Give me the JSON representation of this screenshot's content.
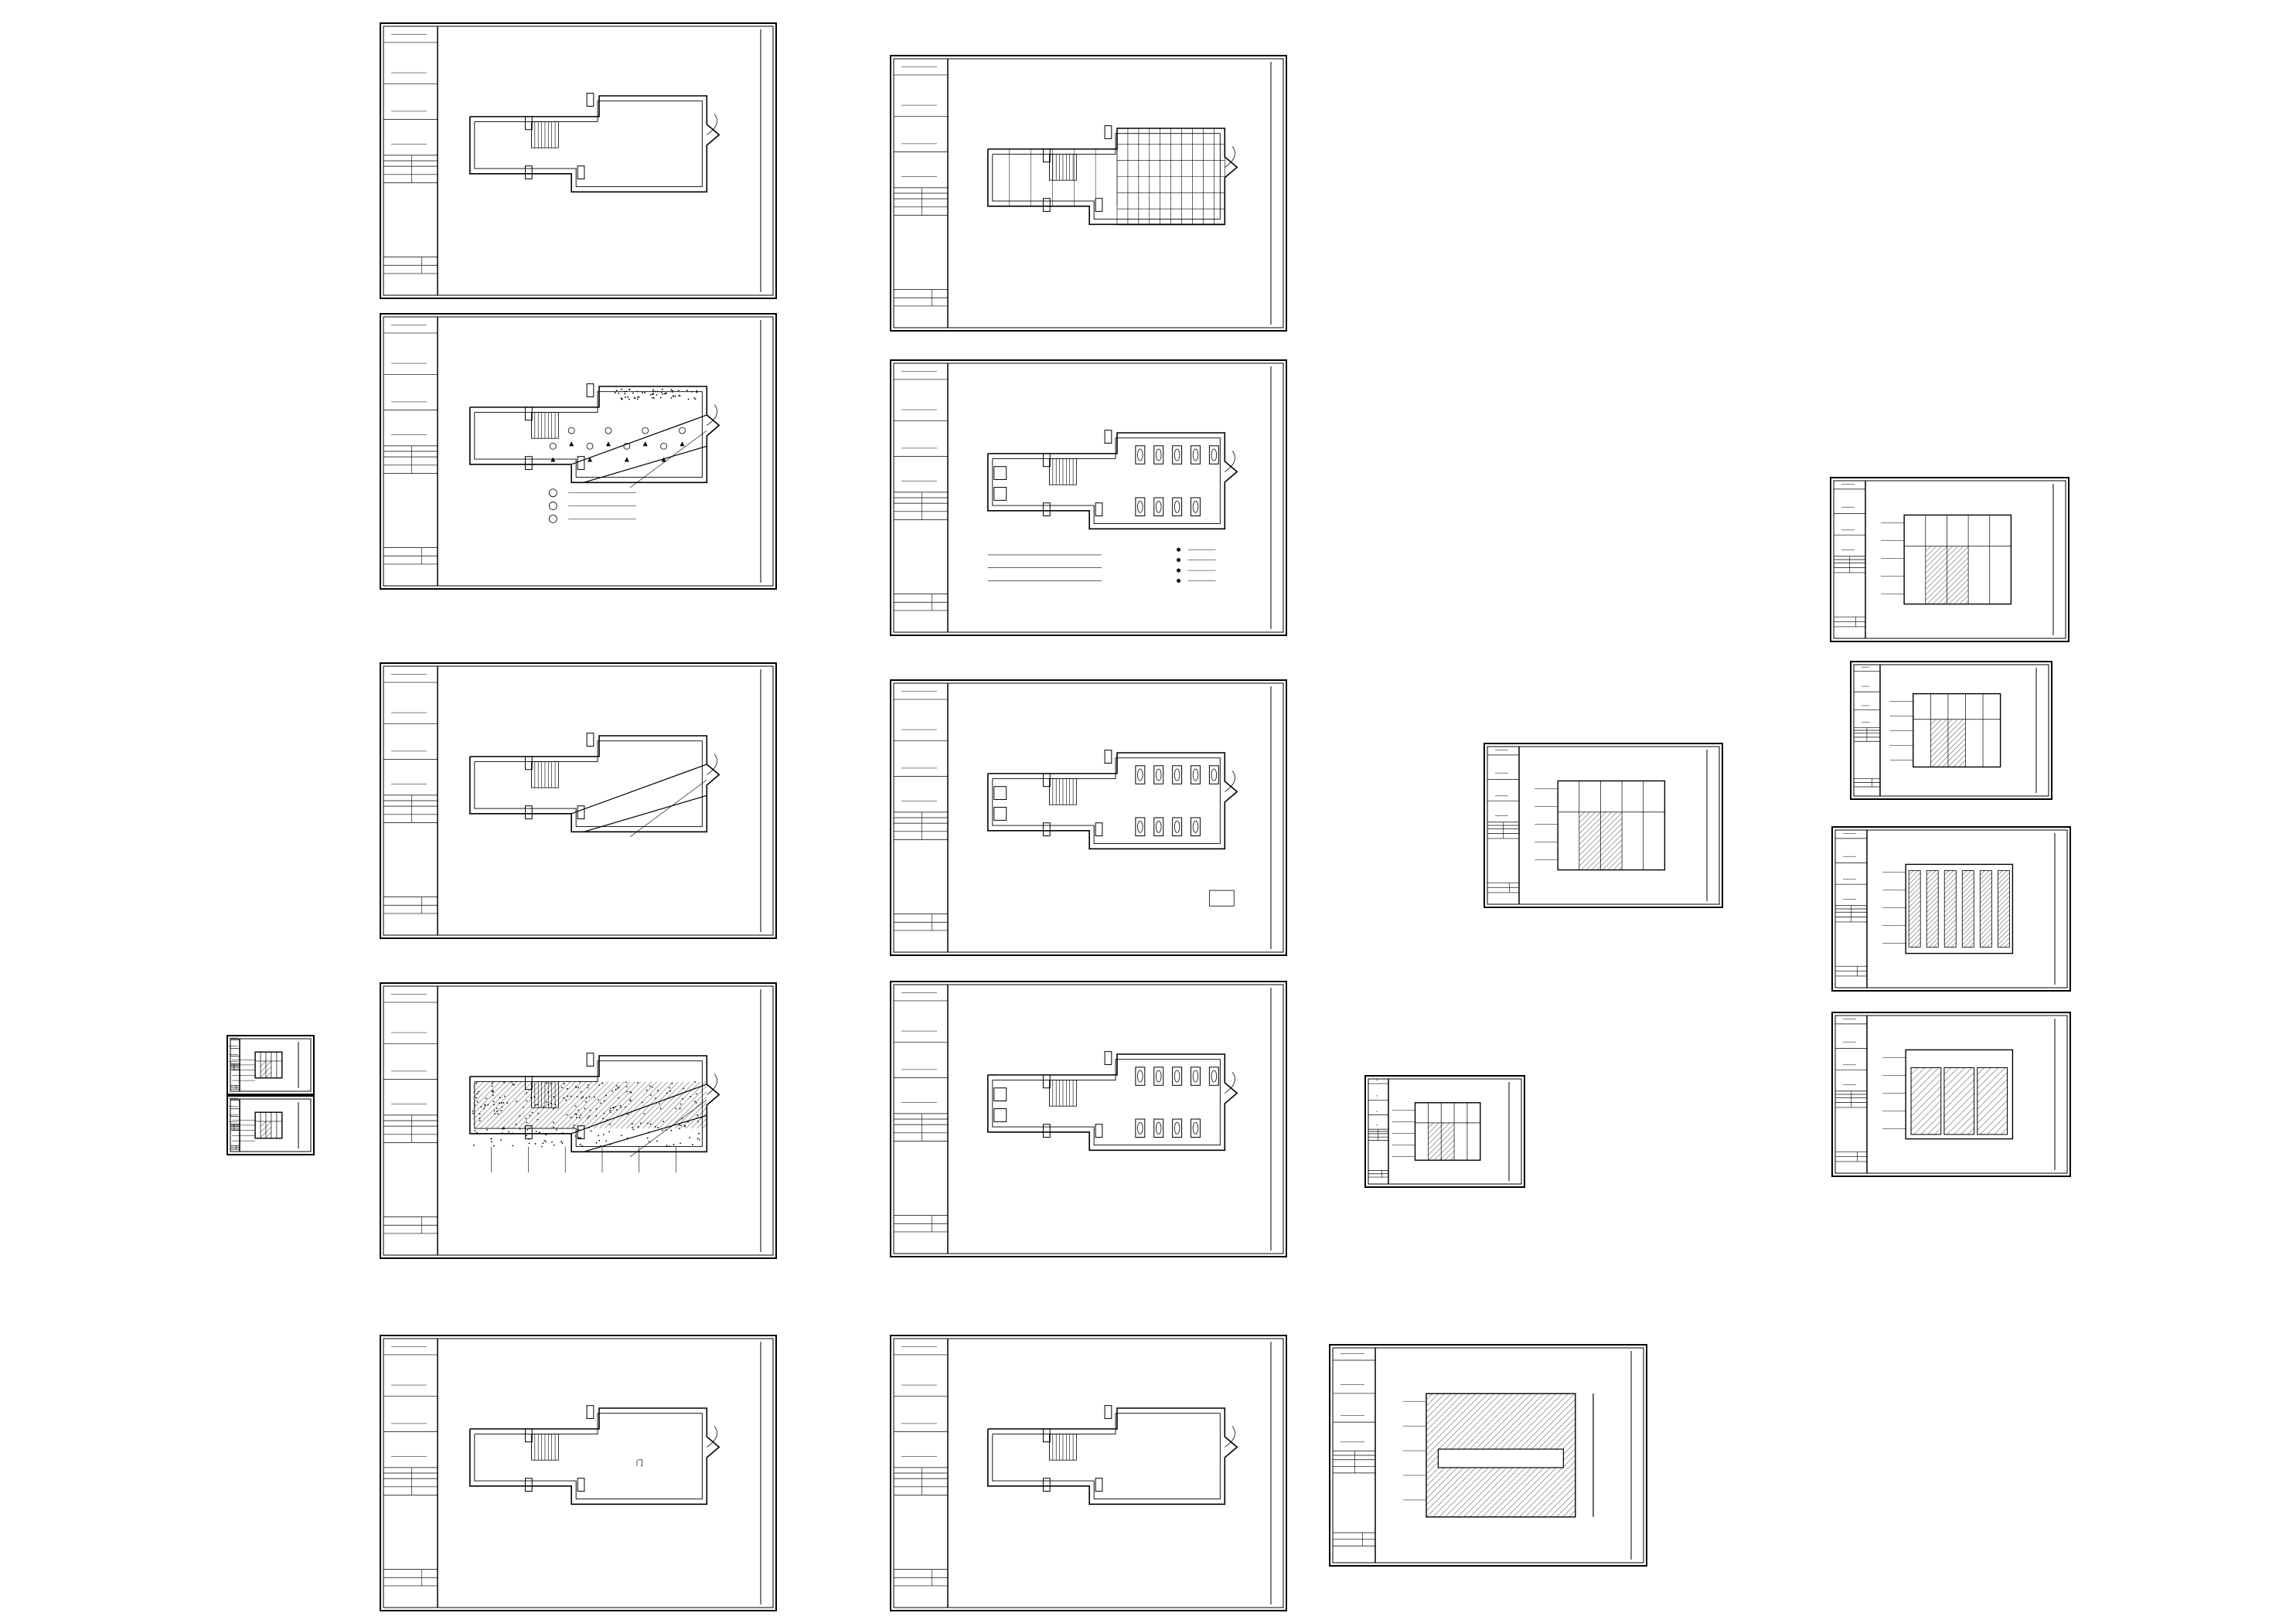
{
  "drawing_sheets": [
    {
      "id": "A01",
      "kind": "floor-plan-original",
      "tb": "left"
    },
    {
      "id": "A02",
      "kind": "ceiling-plan",
      "tb": "left"
    },
    {
      "id": "A03",
      "kind": "demolition-plan",
      "tb": "left"
    },
    {
      "id": "A04",
      "kind": "floor-finish-plan",
      "tb": "left"
    },
    {
      "id": "A05",
      "kind": "plan-outline",
      "tb": "left",
      "note": "门"
    },
    {
      "id": "B01",
      "kind": "floor-grid-plan",
      "tb": "left"
    },
    {
      "id": "B02",
      "kind": "furniture-plan",
      "tb": "left"
    },
    {
      "id": "B03",
      "kind": "furniture-plan",
      "tb": "left"
    },
    {
      "id": "B04",
      "kind": "furniture-plan",
      "tb": "left"
    },
    {
      "id": "B05",
      "kind": "plan-outline",
      "tb": "left"
    },
    {
      "id": "C01",
      "kind": "detail",
      "tb": "left"
    },
    {
      "id": "C02",
      "kind": "detail",
      "tb": "left"
    },
    {
      "id": "C03",
      "kind": "elevation",
      "tb": "left"
    },
    {
      "id": "D01",
      "kind": "elevation",
      "tb": "left"
    },
    {
      "id": "D02",
      "kind": "elevation",
      "tb": "left"
    },
    {
      "id": "D03",
      "kind": "elevation",
      "tb": "left"
    },
    {
      "id": "D04",
      "kind": "elevation",
      "tb": "left"
    },
    {
      "id": "E01",
      "kind": "thumbnail",
      "tb": "left"
    },
    {
      "id": "E02",
      "kind": "thumbnail",
      "tb": "left"
    }
  ],
  "colors": {
    "line": "#000000",
    "paper": "#ffffff"
  }
}
